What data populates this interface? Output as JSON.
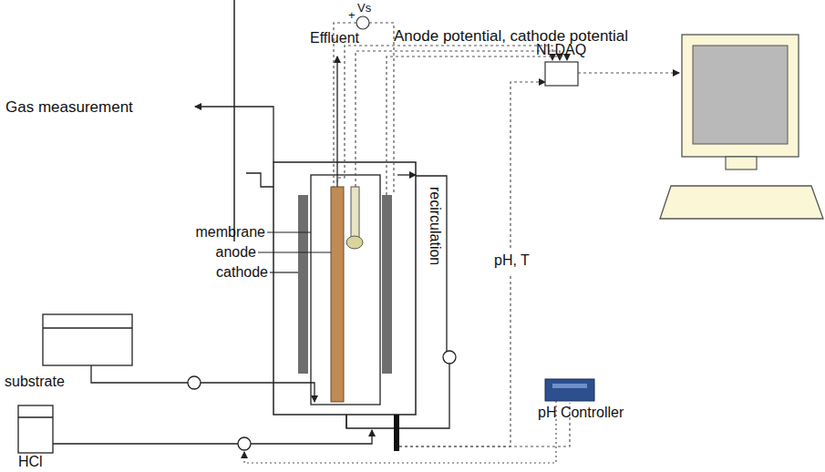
{
  "diagram": {
    "nodes": [
      {
        "text": [
          "substrate"
        ]
      },
      {
        "text": [
          "HCl"
        ]
      },
      {
        "text": [
          "NI DAQ"
        ]
      },
      {
        "text": [
          "pH Controller"
        ]
      }
    ],
    "labels": [
      "Vs",
      "+",
      "Effluent",
      "Anode potential, cathode potential",
      "Gas measurement",
      "membrane",
      "anode",
      "cathode",
      "recirculation",
      "pH, T"
    ]
  }
}
